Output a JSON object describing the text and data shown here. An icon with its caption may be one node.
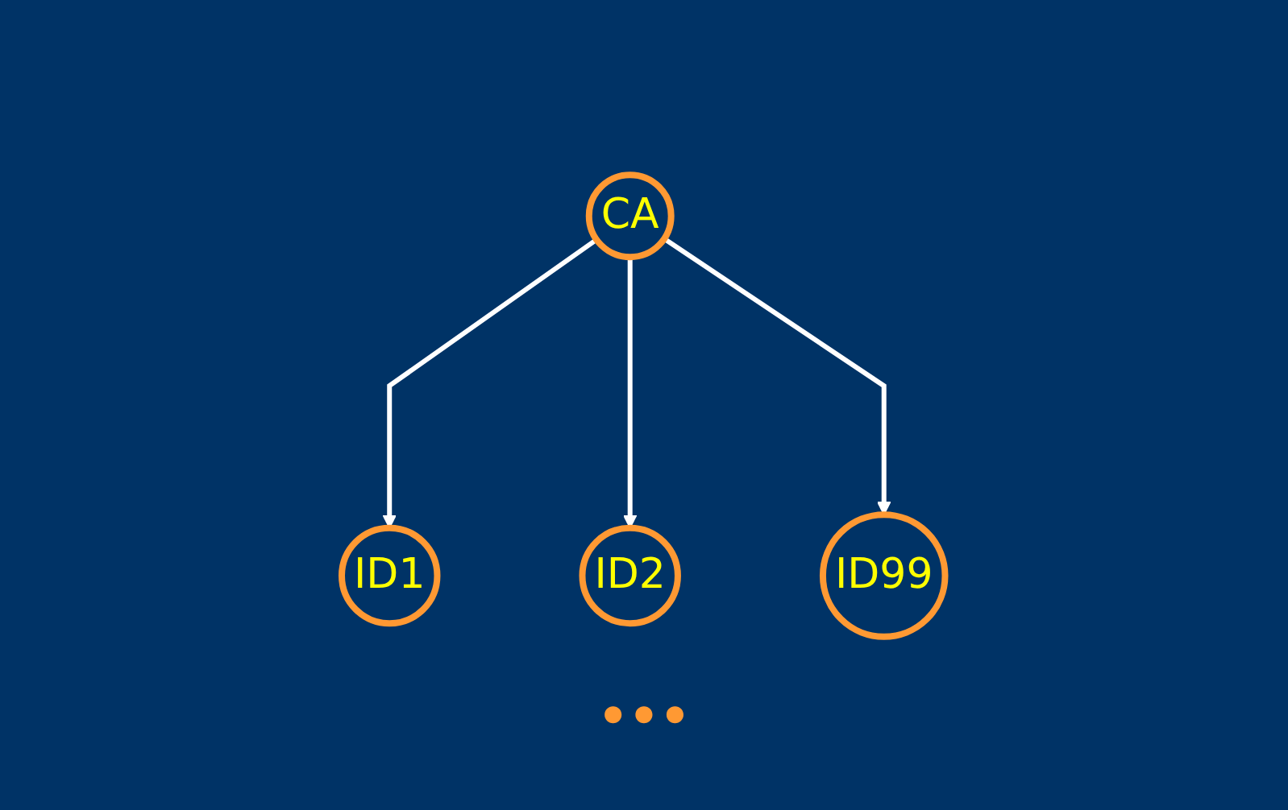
{
  "diagram": {
    "nodes": [
      {
        "text": [
          "CA"
        ]
      },
      {
        "text": [
          "ID1"
        ]
      },
      {
        "text": [
          "ID2"
        ]
      },
      {
        "text": [
          "ID99"
        ]
      }
    ],
    "edges": [
      {
        "from": 0,
        "to": 1,
        "arrow": "to"
      },
      {
        "from": 0,
        "to": 2,
        "arrow": "to"
      },
      {
        "from": 0,
        "to": 3,
        "arrow": "to"
      }
    ],
    "labels": [
      "•••"
    ]
  }
}
